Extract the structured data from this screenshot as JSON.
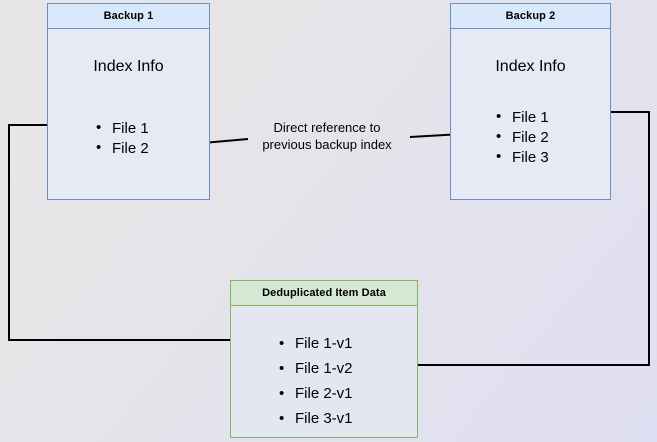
{
  "diagram": {
    "title_hidden": "",
    "background": {
      "gradient_from": "#e9e6e7",
      "gradient_to": "#dfdff3"
    },
    "boxes": [
      {
        "id": "backup1",
        "header": "Backup 1",
        "section_label": "Index Info",
        "border_color": "#6c8ebf",
        "header_fill": "#dae8fc",
        "items": [
          "File 1",
          "File 2"
        ]
      },
      {
        "id": "backup2",
        "header": "Backup 2",
        "section_label": "Index Info",
        "border_color": "#6c8ebf",
        "header_fill": "#dae8fc",
        "items": [
          "File 1",
          "File 2",
          "File 3"
        ]
      },
      {
        "id": "dedup",
        "header": "Deduplicated Item Data",
        "border_color": "#82b366",
        "header_fill": "#d5e8d4",
        "items": [
          "File 1-v1",
          "File 1-v2",
          "File 2-v1",
          "File 3-v1"
        ]
      }
    ],
    "annotations": {
      "direct_reference_line1": "Direct reference to",
      "direct_reference_line2": "previous backup index"
    },
    "connectors": [
      {
        "name": "backup1-file1-to-dedup-file1v1",
        "from": "Backup 1 / File 1",
        "to": "Deduplicated Item Data / File 1-v1",
        "arrowhead": "end",
        "color": "#000000"
      },
      {
        "name": "backup2-file1-to-dedup-file1v2",
        "from": "Backup 2 / File 1",
        "to": "Deduplicated Item Data / File 1-v2",
        "arrowhead": "end",
        "color": "#000000"
      },
      {
        "name": "backup2-index-to-backup1-file2",
        "from": "Backup 2 / Index",
        "to": "Backup 1 / File 2",
        "arrowhead": "end",
        "color": "#000000"
      }
    ]
  }
}
